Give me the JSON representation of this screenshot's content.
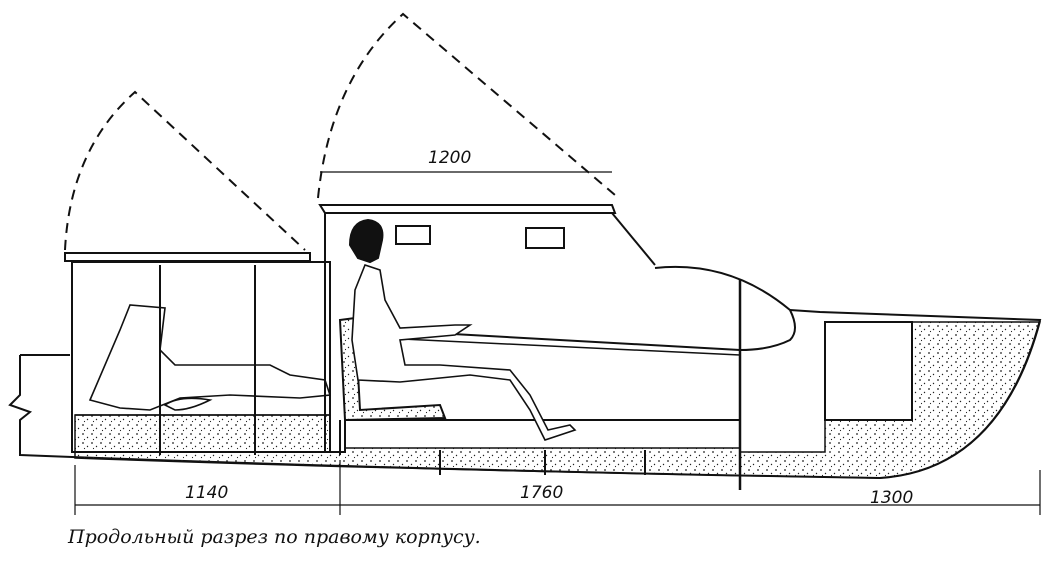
{
  "drawing": {
    "caption": "Продольный разрез по правому корпусу.",
    "dimensions": {
      "cabin_hatch": "1200",
      "stern_section": "1140",
      "cabin_section": "1760",
      "bow_section": "1300"
    }
  }
}
